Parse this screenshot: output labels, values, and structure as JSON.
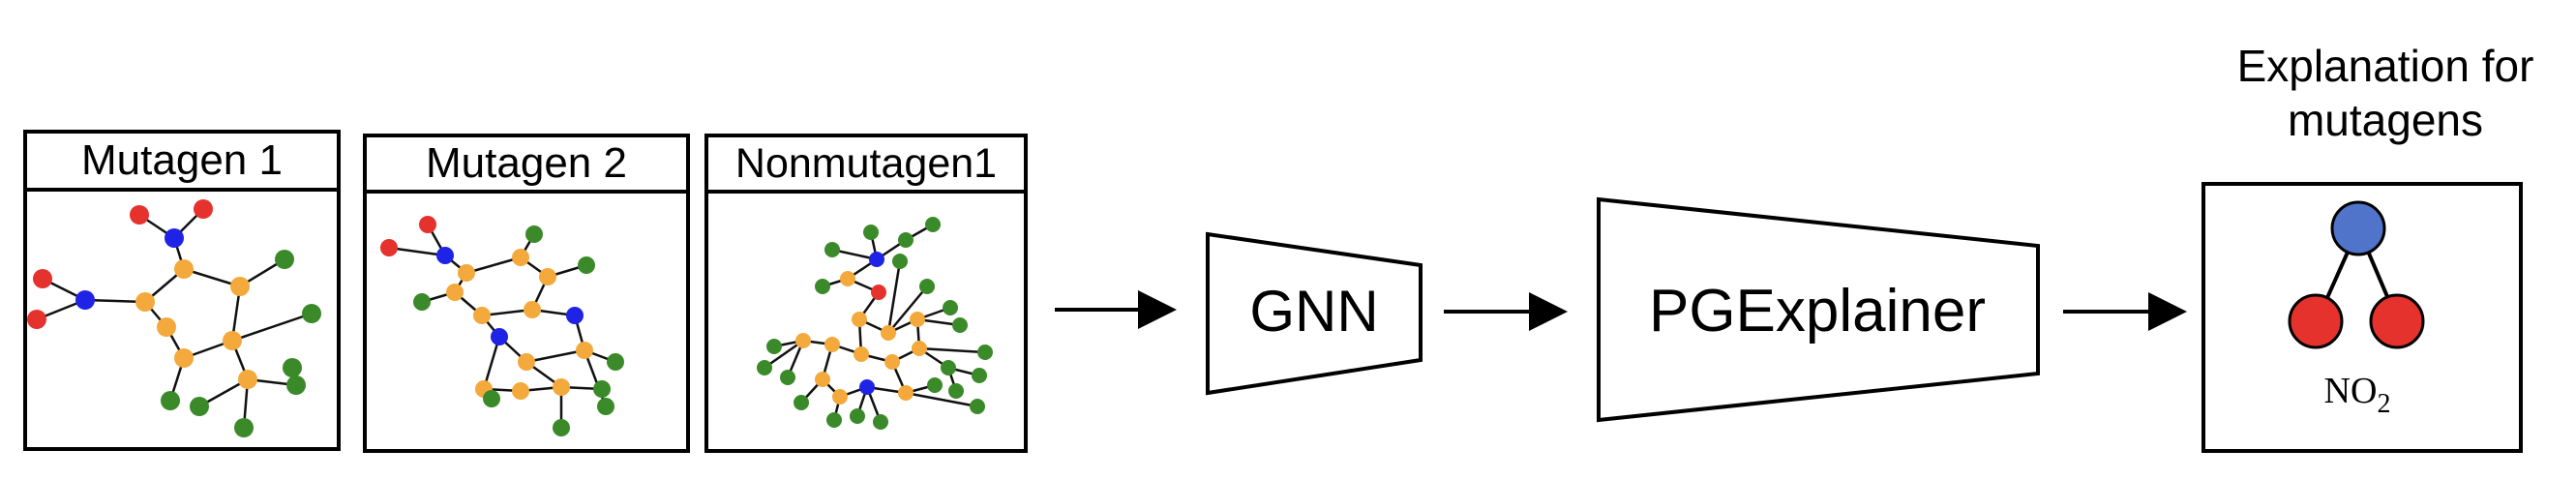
{
  "panels": [
    {
      "title": "Mutagen 1"
    },
    {
      "title": "Mutagen 2"
    },
    {
      "title": "Nonmutagen1"
    }
  ],
  "blocks": {
    "gnn": "GNN",
    "explainer": "PGExplainer"
  },
  "output": {
    "title_line1": "Explanation for",
    "title_line2": "mutagens",
    "formula_base": "NO",
    "formula_sub": "2"
  },
  "colors": {
    "carbon": "#f3a93b",
    "nitrogen": "#1f23e6",
    "oxygen": "#e5322d",
    "hydrogen": "#3b8a2a",
    "explain_n": "#4f74c9",
    "explain_o": "#e5322d"
  }
}
